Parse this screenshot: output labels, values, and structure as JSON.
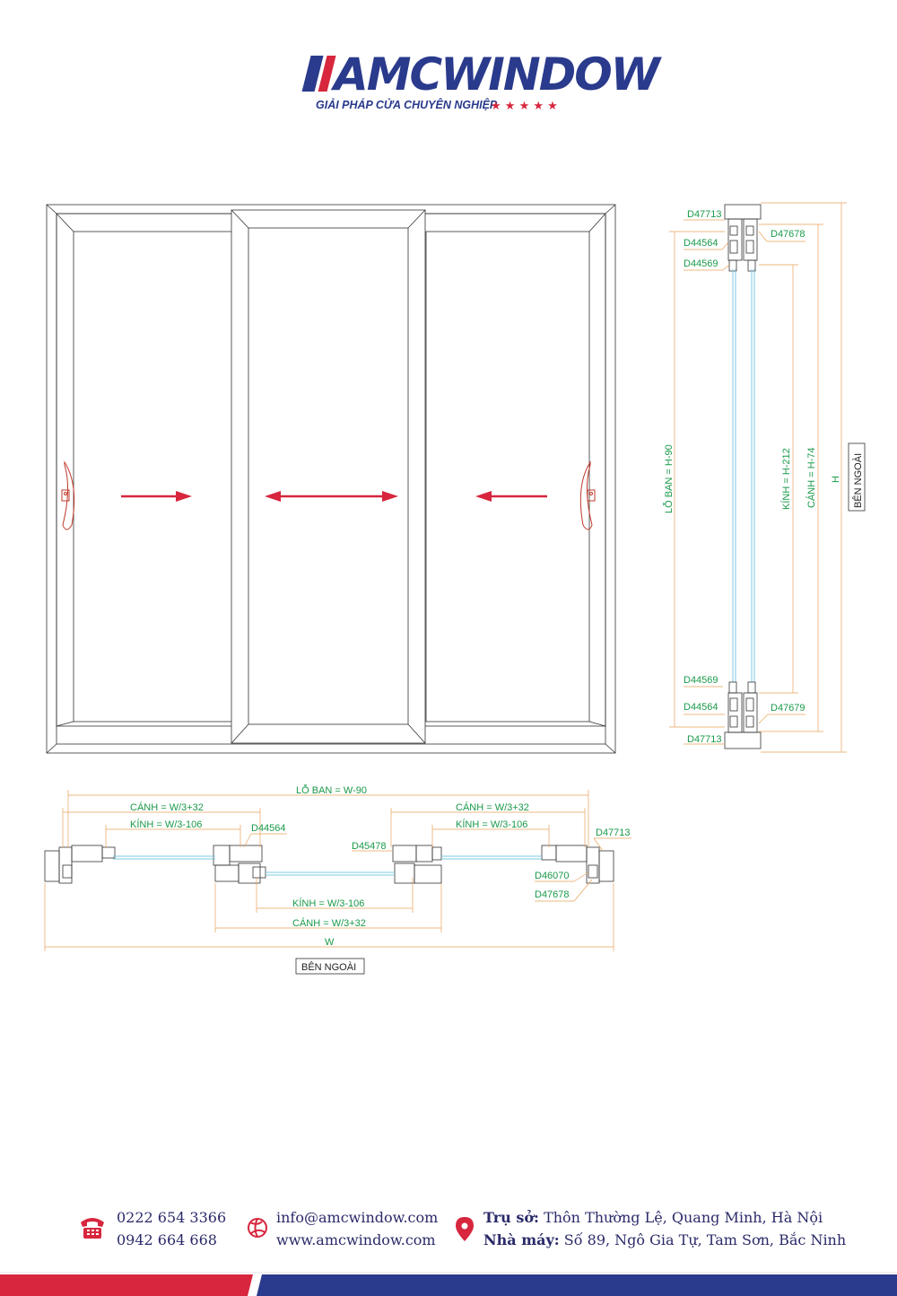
{
  "brand": {
    "name": "AMCWINDOW",
    "tagline": "GIẢI PHÁP CỬA CHUYÊN NGHIỆP",
    "stars": "★ ★ ★ ★ ★",
    "colors": {
      "navy": "#2a3a8c",
      "red": "#d7263d"
    }
  },
  "section_labels": {
    "lo_ban_v": "LỖ BAN = H-90",
    "kinh_v": "KÍNH = H-212",
    "canh_v": "CÁNH = H-74",
    "h": "H",
    "ben_ngoai_v": "BÊN NGOÀI",
    "d47713_top": "D47713",
    "d44564_top": "D44564",
    "d47678_top": "D47678",
    "d44569_top": "D44569",
    "d44569_bot": "D44569",
    "d44564_bot": "D44564",
    "d47679_bot": "D47679",
    "d47713_bot": "D47713"
  },
  "plan_labels": {
    "lo_ban": "LỖ BAN = W-90",
    "canh_left": "CÁNH = W/3+32",
    "kinh_left": "KÍNH = W/3-106",
    "canh_right": "CÁNH = W/3+32",
    "kinh_right": "KÍNH = W/3-106",
    "d44564": "D44564",
    "d45478": "D45478",
    "d47713": "D47713",
    "d46070": "D46070",
    "d47678": "D47678",
    "kinh_mid": "KÍNH = W/3-106",
    "canh_mid": "CÁNH = W/3+32",
    "w": "W",
    "ben_ngoai": "BÊN NGOÀI"
  },
  "contact": {
    "phone1": "0222 654 3366",
    "phone2": "0942 664 668",
    "email": "info@amcwindow.com",
    "website": "www.amcwindow.com",
    "hq_label": "Trụ sở:",
    "hq": "Thôn Thường Lệ, Quang Minh, Hà Nội",
    "factory_label": "Nhà máy:",
    "factory": "Số 89, Ngô Gia Tự, Tam Sơn, Bắc Ninh",
    "icons": [
      "phone-icon",
      "globe-icon",
      "location-pin-icon"
    ]
  }
}
